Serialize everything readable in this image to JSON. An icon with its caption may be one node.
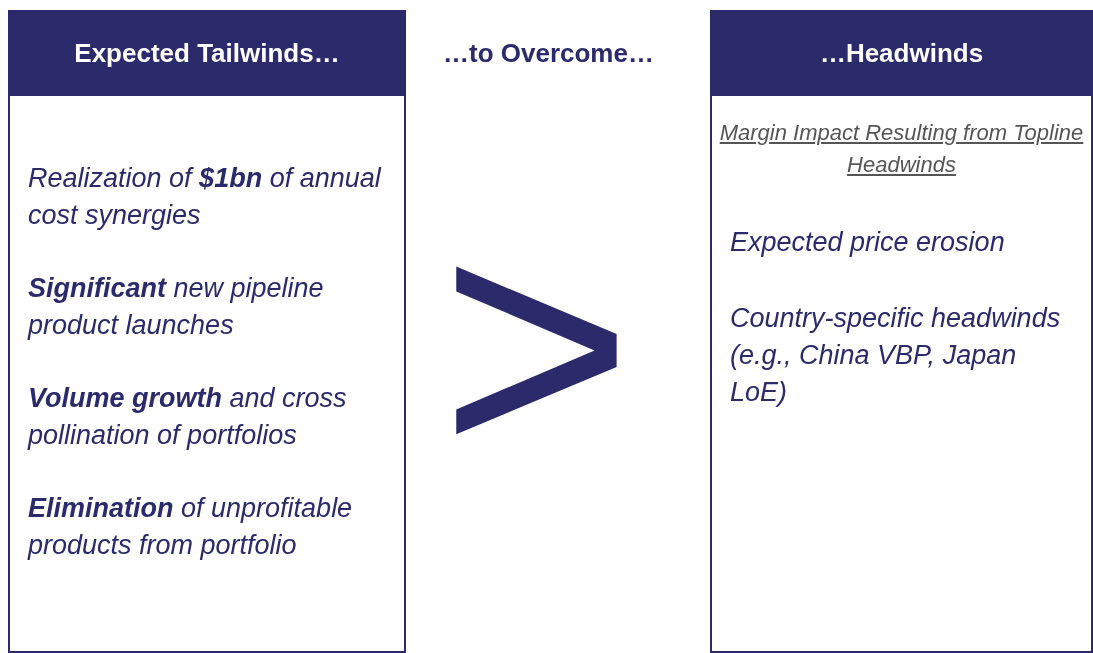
{
  "diagram": {
    "nodes": [
      {
        "text": [
          "Expected Tailwinds…",
          "Realization of **$1bn** of annual cost synergies",
          "**Significant** new pipeline product launches",
          "**Volume growth** and cross pollination of portfolios",
          "**Elimination** of unprofitable products from portfolio"
        ]
      },
      {
        "text": [
          "…Headwinds",
          "Margin Impact Resulting from Topline Headwinds",
          "Expected price erosion",
          "Country-specific headwinds (e.g., China VBP, Japan LoE)"
        ]
      }
    ],
    "labels": [
      "…to Overcome…",
      ">"
    ]
  }
}
